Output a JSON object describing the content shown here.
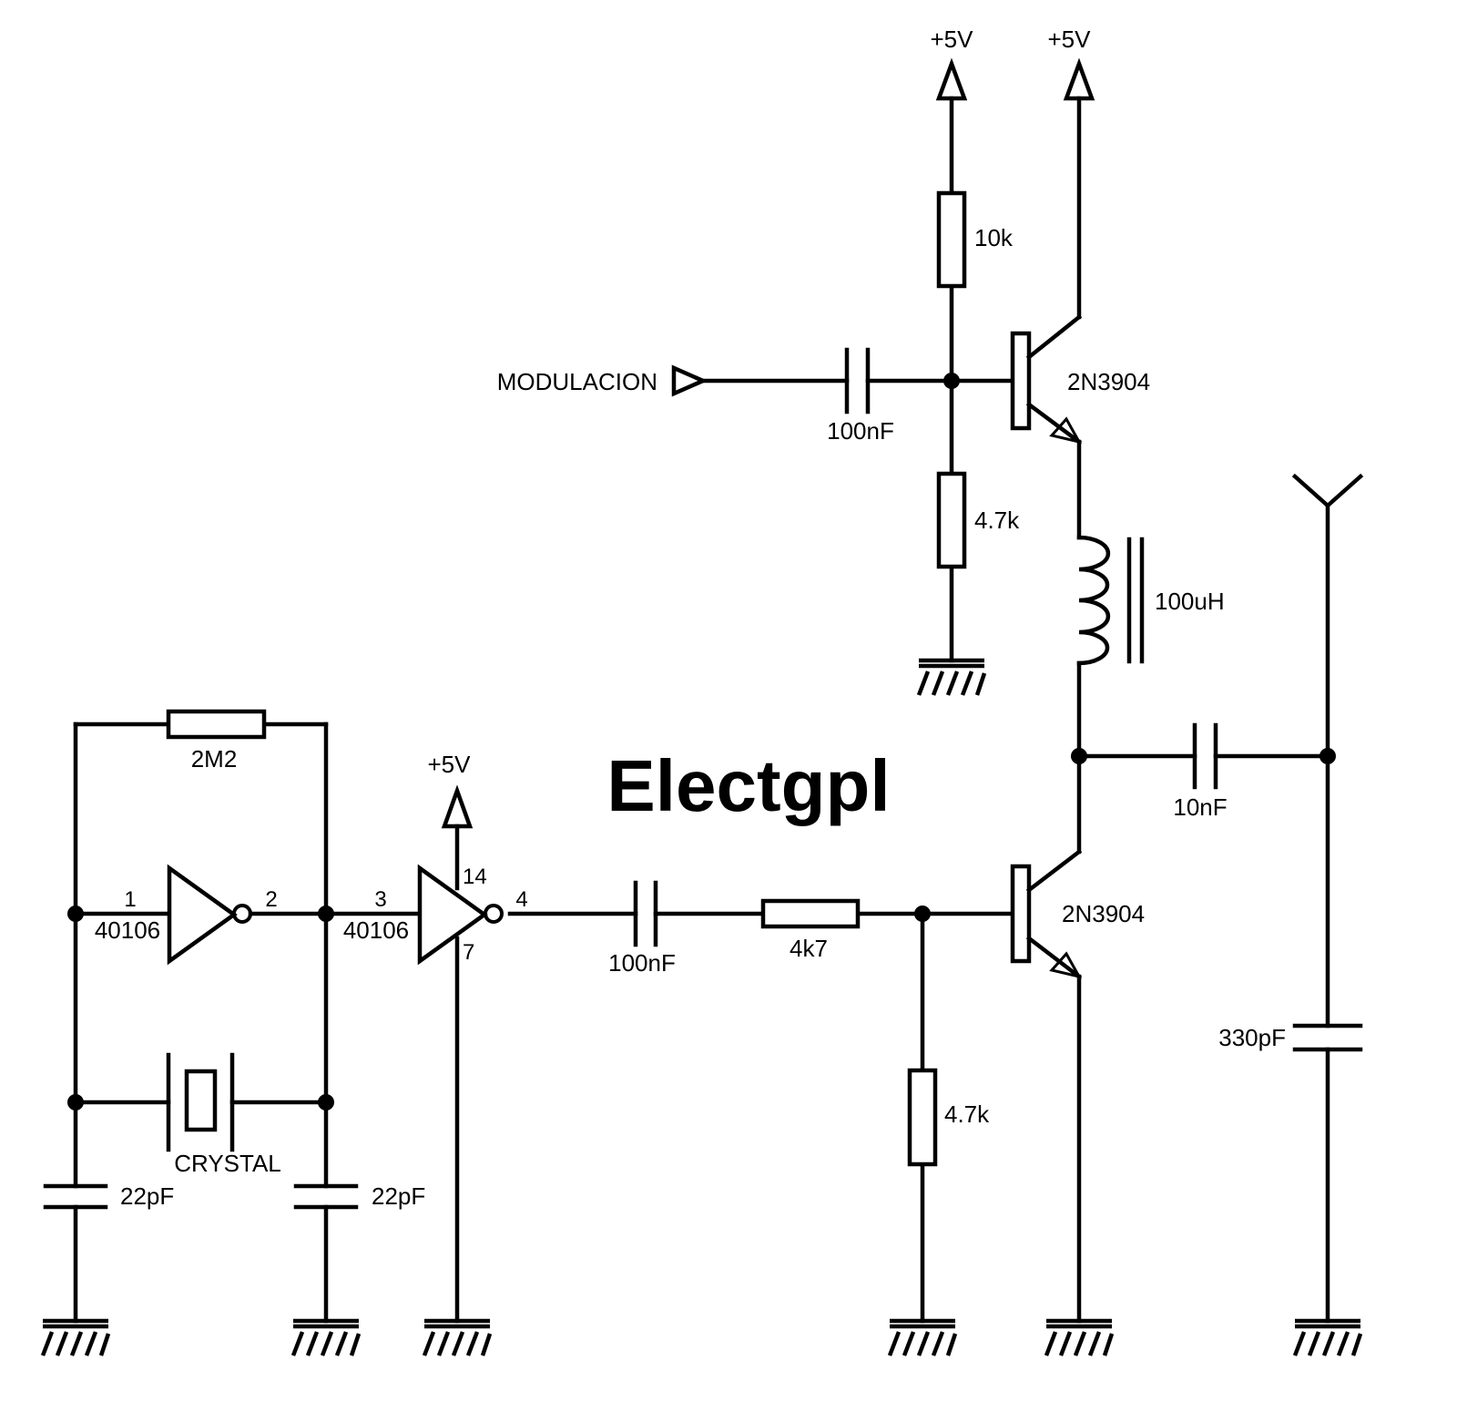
{
  "title": "Electgpl",
  "supply_label": "+5V",
  "labels": {
    "modulation_input": "MODULACION",
    "r_bias_top": "10k",
    "c_mod_coupling": "100nF",
    "r_bias_bottom": "4.7k",
    "q_modulator": "2N3904",
    "l_choke": "100uH",
    "c_antenna_coupling": "10nF",
    "c_antenna_tank": "330pF",
    "q_rf_amp": "2N3904",
    "r_base_series": "4k7",
    "c_rf_coupling": "100nF",
    "r_base_pulldown": "4.7k",
    "r_feedback": "2M2",
    "ic_gate_1": "40106",
    "ic_gate_2": "40106",
    "crystal": "CRYSTAL",
    "c_load_left": "22pF",
    "c_load_right": "22pF"
  },
  "pins": {
    "g1_in": "1",
    "g1_out": "2",
    "g2_in": "3",
    "g2_out": "4",
    "g2_vcc": "14",
    "g2_gnd": "7"
  },
  "colors": {
    "ink": "#000000",
    "background": "#ffffff"
  }
}
